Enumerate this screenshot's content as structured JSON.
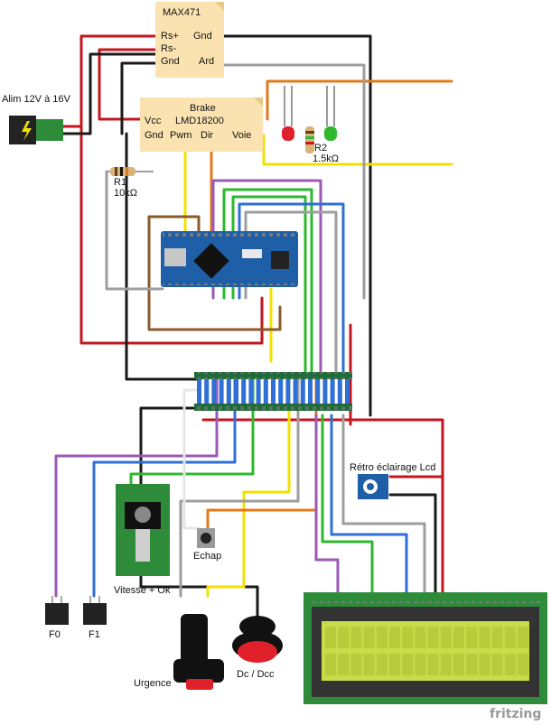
{
  "modules": {
    "max471": {
      "title": "MAX471",
      "rs_plus": "Rs+",
      "gnd_top": "Gnd",
      "rs_minus": "Rs-",
      "gnd_left": "Gnd",
      "ard": "Ard"
    },
    "lmd18200": {
      "brake": "Brake",
      "vcc": "Vcc",
      "name": "LMD18200",
      "gnd": "Gnd",
      "pwm": "Pwm",
      "dir": "Dir",
      "voie": "Voie"
    }
  },
  "labels": {
    "power": "Alim 12V à 16V",
    "r1_name": "R1",
    "r1_value": "10kΩ",
    "r2_name": "R2",
    "r2_value": "1.5kΩ",
    "backlight": "Rétro éclairage Lcd",
    "escape": "Echap",
    "speed_ok": "Vitesse + Ok",
    "f0": "F0",
    "f1": "F1",
    "emergency": "Urgence",
    "dc_dcc": "Dc / Dcc",
    "watermark": "fritzing"
  },
  "colors": {
    "red": "#c4161c",
    "black": "#1a1a1a",
    "yellow": "#f2e100",
    "orange": "#e07b1c",
    "green": "#2eb82e",
    "blue": "#2f6fd6",
    "purple": "#9b59b6",
    "grey": "#9e9e9e",
    "brown": "#8b5a2b",
    "white": "#e6e6e6",
    "board": "#1e5fa8",
    "lcd_pcb": "#2e8b3a",
    "lcd_screen": "#c8dc4a"
  }
}
